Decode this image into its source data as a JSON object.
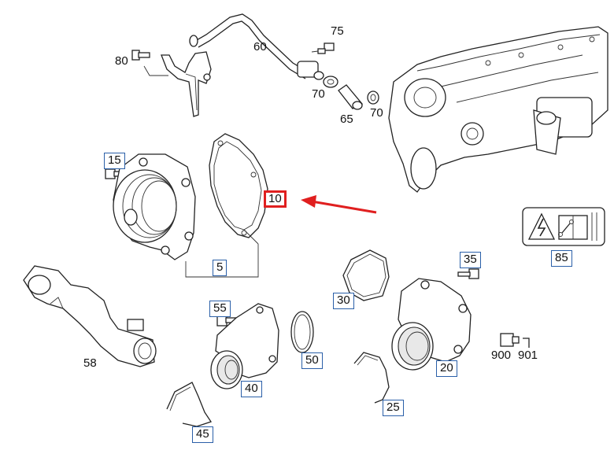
{
  "diagram": {
    "parts": [
      {
        "id": "p80",
        "label": "80",
        "boxed": false
      },
      {
        "id": "p60",
        "label": "60",
        "boxed": false
      },
      {
        "id": "p75",
        "label": "75",
        "boxed": false
      },
      {
        "id": "p70a",
        "label": "70",
        "boxed": false
      },
      {
        "id": "p70b",
        "label": "70",
        "boxed": false
      },
      {
        "id": "p65",
        "label": "65",
        "boxed": false
      },
      {
        "id": "p15",
        "label": "15",
        "boxed": true
      },
      {
        "id": "p10",
        "label": "10",
        "boxed": true,
        "highlighted": true
      },
      {
        "id": "p5",
        "label": "5",
        "boxed": true
      },
      {
        "id": "p85",
        "label": "85",
        "boxed": true
      },
      {
        "id": "p35",
        "label": "35",
        "boxed": true
      },
      {
        "id": "p30",
        "label": "30",
        "boxed": true
      },
      {
        "id": "p58",
        "label": "58",
        "boxed": false
      },
      {
        "id": "p55",
        "label": "55",
        "boxed": true
      },
      {
        "id": "p40",
        "label": "40",
        "boxed": true
      },
      {
        "id": "p50",
        "label": "50",
        "boxed": true
      },
      {
        "id": "p20",
        "label": "20",
        "boxed": true
      },
      {
        "id": "p900",
        "label": "900",
        "boxed": false
      },
      {
        "id": "p901",
        "label": "901",
        "boxed": false
      },
      {
        "id": "p25",
        "label": "25",
        "boxed": true
      },
      {
        "id": "p45",
        "label": "45",
        "boxed": true
      }
    ],
    "colors": {
      "highlight": "#e01f1f",
      "label_box": "#2a5fa8",
      "line": "#222222"
    },
    "icons": [
      "red-arrow-icon",
      "high-voltage-warning-icon",
      "wrench-manual-icon"
    ]
  }
}
